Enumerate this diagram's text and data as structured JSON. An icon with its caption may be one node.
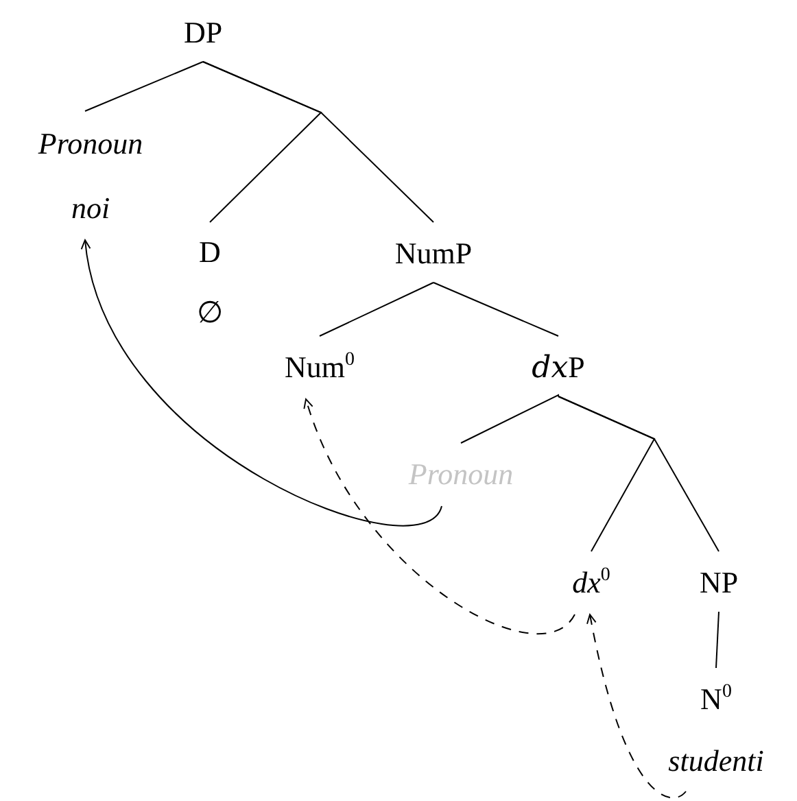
{
  "diagram": {
    "nodes": [
      {
        "text": [
          "DP"
        ]
      },
      {
        "text": [
          "Pronoun",
          "noi"
        ]
      },
      {
        "text": [
          "D",
          "∅"
        ]
      },
      {
        "text": [
          "NumP"
        ]
      },
      {
        "text": [
          "Num$^{0}$"
        ]
      },
      {
        "text": [
          "𝑑𝑥P"
        ]
      },
      {
        "text": [
          "Pronoun"
        ]
      },
      {
        "text": [
          "*dx*$^{0}$"
        ]
      },
      {
        "text": [
          "NP"
        ]
      },
      {
        "text": [
          "N$^{0}$",
          "studenti"
        ]
      }
    ],
    "edges": [
      {
        "from": 0,
        "to": 1,
        "arrow": "none"
      },
      {
        "from": 0,
        "to": 2,
        "arrow": "none"
      },
      {
        "from": 0,
        "to": 3,
        "arrow": "none"
      },
      {
        "from": 3,
        "to": 4,
        "arrow": "none"
      },
      {
        "from": 3,
        "to": 5,
        "arrow": "none"
      },
      {
        "from": 5,
        "to": 6,
        "arrow": "none"
      },
      {
        "from": 5,
        "to": 7,
        "arrow": "none"
      },
      {
        "from": 5,
        "to": 8,
        "arrow": "none"
      },
      {
        "from": 8,
        "to": 9,
        "arrow": "none"
      },
      {
        "from": 6,
        "to": 1,
        "arrow": "to"
      },
      {
        "from": 7,
        "to": 4,
        "arrow": "to",
        "style": "dashed"
      },
      {
        "from": 9,
        "to": 7,
        "arrow": "to",
        "style": "dashed"
      }
    ]
  }
}
